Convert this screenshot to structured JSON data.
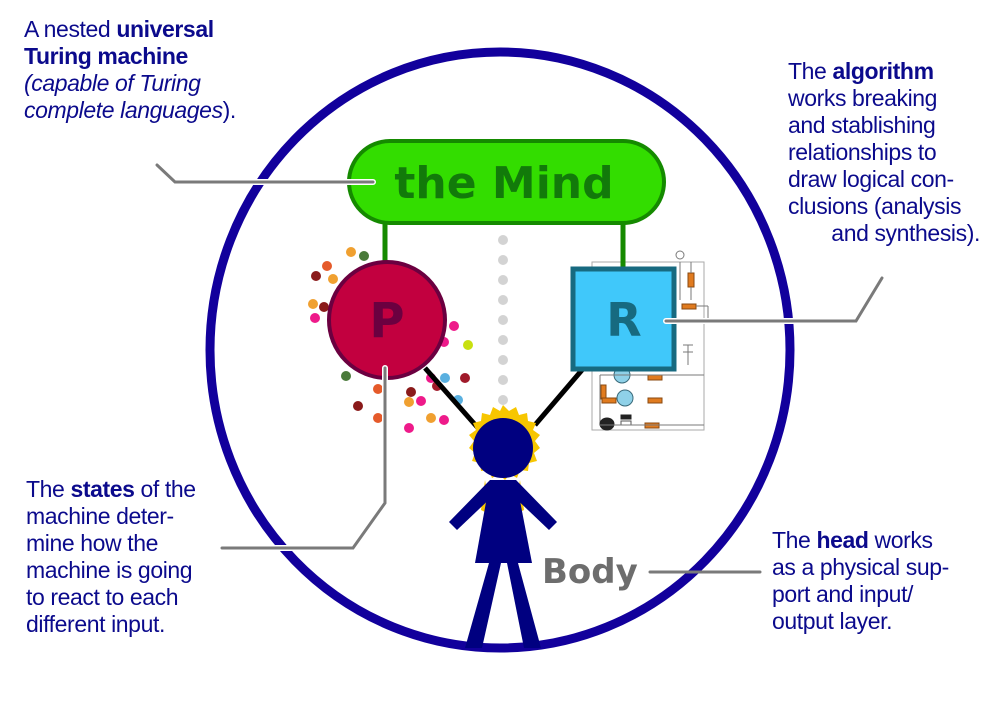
{
  "annotations": {
    "universal_tm": {
      "prefix": "A nested ",
      "bold_line1": "universal",
      "bold_line2": "Turing machine",
      "italic_line1": "(capable of Turing",
      "italic_line2": "complete languages",
      "suffix": ")."
    },
    "algorithm": {
      "prefix": "The ",
      "bold": "algorithm",
      "lines": [
        "works breaking",
        "and stablishing",
        "relationships to",
        "draw logical con-",
        "clusions (analysis",
        "and synthesis)."
      ]
    },
    "states": {
      "prefix": "The ",
      "bold": "states",
      "suffix": " of the",
      "lines": [
        "machine deter-",
        "mine how the",
        "machine is going",
        "to react to each",
        "different input."
      ]
    },
    "head": {
      "prefix": "The ",
      "bold": "head",
      "suffix": " works",
      "lines": [
        "as a physical sup-",
        "port and input/",
        "output layer."
      ]
    }
  },
  "nodes": {
    "mind": "the Mind",
    "p": "P",
    "r": "R",
    "body": "Body"
  },
  "colors": {
    "text": "#0b0a8c",
    "outer_circle": "#12009c",
    "mind_fill": "#33dd00",
    "mind_stroke": "#158a00",
    "mind_text": "#127a0a",
    "p_fill": "#c2003f",
    "p_stroke": "#6b0040",
    "p_text": "#6b0040",
    "r_fill": "#40c8fa",
    "r_stroke": "#176a80",
    "r_text": "#176a80",
    "figure": "#000080",
    "glow": "#f7c600",
    "body_text": "#6d6d6d",
    "leader": "#7a7a7a"
  }
}
